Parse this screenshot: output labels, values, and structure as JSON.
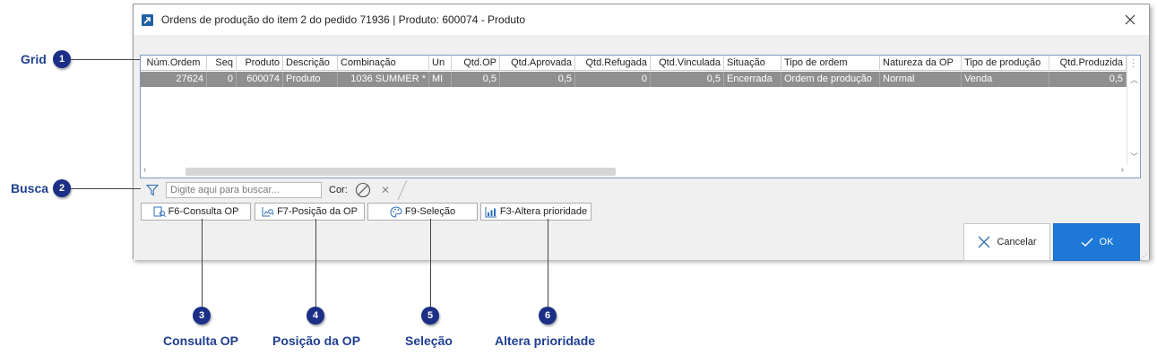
{
  "window": {
    "title": "Ordens de produção do item 2 do pedido 71936 | Produto: 600074 - Produto"
  },
  "grid": {
    "columns": [
      "Núm.Ordem",
      "Seq",
      "Produto",
      "Descrição",
      "Combinação",
      "Un",
      "Qtd.OP",
      "Qtd.Aprovada",
      "Qtd.Refugada",
      "Qtd.Vinculada",
      "Situação",
      "Tipo de ordem",
      "Natureza da OP",
      "Tipo de produção",
      "Qtd.Produzida"
    ],
    "rows": [
      [
        "27624",
        "0",
        "600074",
        "Produto",
        "1036 SUMMER *",
        "MI",
        "0,5",
        "0,5",
        "0",
        "0,5",
        "Encerrada",
        "Ordem de produção",
        "Normal",
        "Venda",
        "0,5"
      ]
    ]
  },
  "search": {
    "placeholder": "Digite aqui para buscar...",
    "color_label": "Cor:"
  },
  "toolbar": {
    "consulta_op": "F6-Consulta OP",
    "posicao_op": "F7-Posição da OP",
    "selecao": "F9-Seleção",
    "altera_prioridade": "F3-Altera prioridade"
  },
  "dialog_buttons": {
    "cancel": "Cancelar",
    "ok": "OK"
  },
  "annotations": {
    "grid": {
      "number": "1",
      "label": "Grid"
    },
    "busca": {
      "number": "2",
      "label": "Busca"
    },
    "consulta_op": {
      "number": "3",
      "label": "Consulta OP"
    },
    "posicao_op": {
      "number": "4",
      "label": "Posição da OP"
    },
    "selecao": {
      "number": "5",
      "label": "Seleção"
    },
    "altera_prioridade": {
      "number": "6",
      "label": "Altera prioridade"
    }
  },
  "colors": {
    "accent": "#1e78d7",
    "badge": "#1b2f86",
    "annotation_text": "#1f3f91",
    "selected_row": "#8f8f8f"
  }
}
